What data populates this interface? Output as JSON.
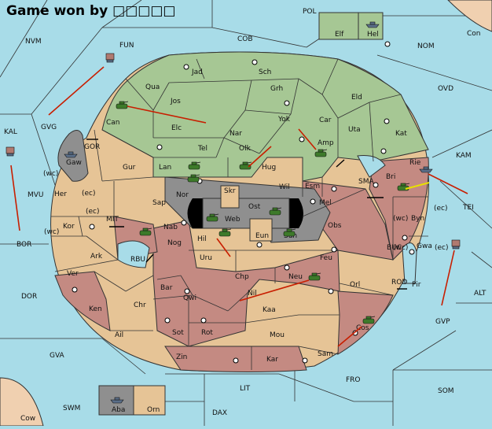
{
  "title": "Game won by □□□□□",
  "colors": {
    "water": "#a8dce8",
    "green": "#a6c794",
    "tan": "#e6c496",
    "rose": "#c48a82",
    "gray": "#8f8f8f",
    "pink": "#f0d0b0",
    "arrow": "#c81e00",
    "arrow_alt": "#e8e000"
  },
  "outer_regions": [
    {
      "id": "NVM",
      "label": "NVM"
    },
    {
      "id": "FUN",
      "label": "FUN"
    },
    {
      "id": "COB",
      "label": "COB"
    },
    {
      "id": "POL",
      "label": "POL"
    },
    {
      "id": "NOM",
      "label": "NOM"
    },
    {
      "id": "Con",
      "label": "Con"
    },
    {
      "id": "OVD",
      "label": "OVD"
    },
    {
      "id": "KAM",
      "label": "KAM"
    },
    {
      "id": "TEI",
      "label": "TEI"
    },
    {
      "id": "ALT",
      "label": "ALT"
    },
    {
      "id": "GVP",
      "label": "GVP"
    },
    {
      "id": "SOM",
      "label": "SOM"
    },
    {
      "id": "FRO",
      "label": "FRO"
    },
    {
      "id": "LIT",
      "label": "LIT"
    },
    {
      "id": "DAX",
      "label": "DAX"
    },
    {
      "id": "SWM",
      "label": "SWM"
    },
    {
      "id": "Cow",
      "label": "Cow"
    },
    {
      "id": "GVA",
      "label": "GVA"
    },
    {
      "id": "DOR",
      "label": "DOR"
    },
    {
      "id": "BOR",
      "label": "BOR"
    },
    {
      "id": "MVU",
      "label": "MVU"
    },
    {
      "id": "KAL",
      "label": "KAL"
    },
    {
      "id": "GVG",
      "label": "GVG"
    },
    {
      "id": "MIT",
      "label": "MIT"
    },
    {
      "id": "RBU",
      "label": "RBU"
    },
    {
      "id": "GOR",
      "label": "GOR"
    },
    {
      "id": "SMA",
      "label": "SMA"
    },
    {
      "id": "BUC",
      "label": "BUC"
    },
    {
      "id": "ROD",
      "label": "ROD"
    }
  ],
  "inner_regions": [
    {
      "id": "Jad",
      "label": "Jad"
    },
    {
      "id": "Sch",
      "label": "Sch"
    },
    {
      "id": "Qua",
      "label": "Qua"
    },
    {
      "id": "Jos",
      "label": "Jos"
    },
    {
      "id": "Grh",
      "label": "Grh"
    },
    {
      "id": "Eld",
      "label": "Eld"
    },
    {
      "id": "Can",
      "label": "Can"
    },
    {
      "id": "Elc",
      "label": "Elc"
    },
    {
      "id": "Nar",
      "label": "Nar"
    },
    {
      "id": "Yok",
      "label": "Yok"
    },
    {
      "id": "Car",
      "label": "Car"
    },
    {
      "id": "Uta",
      "label": "Uta"
    },
    {
      "id": "Kat",
      "label": "Kat"
    },
    {
      "id": "Gaw",
      "label": "Gaw"
    },
    {
      "id": "Tel",
      "label": "Tel"
    },
    {
      "id": "Olk",
      "label": "Olk"
    },
    {
      "id": "Amp",
      "label": "Amp"
    },
    {
      "id": "Gur",
      "label": "Gur"
    },
    {
      "id": "Lan",
      "label": "Lan"
    },
    {
      "id": "Hug",
      "label": "Hug"
    },
    {
      "id": "Rie",
      "label": "Rie"
    },
    {
      "id": "Bri",
      "label": "Bri"
    },
    {
      "id": "Nor",
      "label": "Nor"
    },
    {
      "id": "Wil",
      "label": "Wil"
    },
    {
      "id": "Esm",
      "label": "Esm"
    },
    {
      "id": "Skr",
      "label": "Skr"
    },
    {
      "id": "Ost",
      "label": "Ost"
    },
    {
      "id": "Web",
      "label": "Web"
    },
    {
      "id": "Her",
      "label": "Her"
    },
    {
      "id": "Sap",
      "label": "Sap"
    },
    {
      "id": "Mel",
      "label": "Mel"
    },
    {
      "id": "Byn",
      "label": "Byn"
    },
    {
      "id": "Kor",
      "label": "Kor"
    },
    {
      "id": "Nab",
      "label": "Nab"
    },
    {
      "id": "Obs",
      "label": "Obs"
    },
    {
      "id": "Eun",
      "label": "Eun"
    },
    {
      "id": "Sun",
      "label": "Sun"
    },
    {
      "id": "Gwa",
      "label": "Gwa"
    },
    {
      "id": "Nog",
      "label": "Nog"
    },
    {
      "id": "Hil",
      "label": "Hil"
    },
    {
      "id": "Ark",
      "label": "Ark"
    },
    {
      "id": "Uru",
      "label": "Uru"
    },
    {
      "id": "Feu",
      "label": "Feu"
    },
    {
      "id": "Pir",
      "label": "Pir"
    },
    {
      "id": "Ver",
      "label": "Ver"
    },
    {
      "id": "Chp",
      "label": "Chp"
    },
    {
      "id": "Neu",
      "label": "Neu"
    },
    {
      "id": "Orl",
      "label": "Orl"
    },
    {
      "id": "Bar",
      "label": "Bar"
    },
    {
      "id": "Qwi",
      "label": "Qwi"
    },
    {
      "id": "Nil",
      "label": "Nil"
    },
    {
      "id": "Chr",
      "label": "Chr"
    },
    {
      "id": "Ken",
      "label": "Ken"
    },
    {
      "id": "Kaa",
      "label": "Kaa"
    },
    {
      "id": "Sot",
      "label": "Sot"
    },
    {
      "id": "Rot",
      "label": "Rot"
    },
    {
      "id": "Mou",
      "label": "Mou"
    },
    {
      "id": "Ail",
      "label": "Ail"
    },
    {
      "id": "Cos",
      "label": "Cos"
    },
    {
      "id": "Zin",
      "label": "Zin"
    },
    {
      "id": "Kar",
      "label": "Kar"
    },
    {
      "id": "Sam",
      "label": "Sam"
    },
    {
      "id": "Elf",
      "label": "Elf"
    },
    {
      "id": "Hel",
      "label": "Hel"
    },
    {
      "id": "Aba",
      "label": "Aba"
    },
    {
      "id": "Orn",
      "label": "Orn"
    }
  ],
  "coast_labels": [
    "(wc)",
    "(ec)",
    "(ec)",
    "(wc)",
    "(wc)",
    "(ec)",
    "(wc)",
    "(ec)"
  ],
  "unit_icons": [
    "tank-icon",
    "fleet-icon"
  ]
}
